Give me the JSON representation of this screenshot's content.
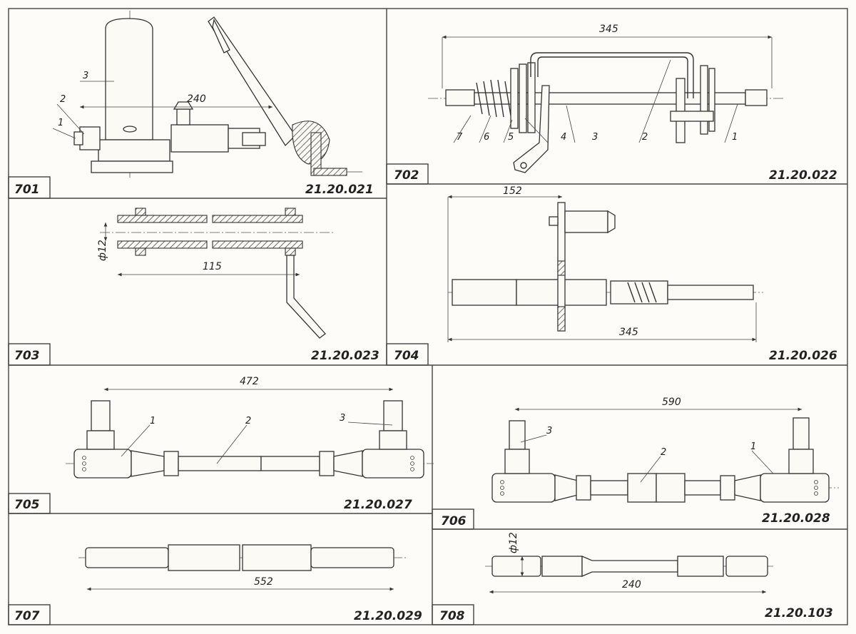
{
  "panels": [
    {
      "number": "701",
      "code": "21.20.021",
      "dimension": "240",
      "positions": [
        "1",
        "2",
        "3"
      ]
    },
    {
      "number": "702",
      "code": "21.20.022",
      "dimension": "345",
      "positions": [
        "7",
        "6",
        "5",
        "4",
        "3",
        "2",
        "1"
      ]
    },
    {
      "number": "703",
      "code": "21.20.023",
      "dimension": "115",
      "diameter": "ф12"
    },
    {
      "number": "704",
      "code": "21.20.026",
      "dimension": "345",
      "dimension2": "152"
    },
    {
      "number": "705",
      "code": "21.20.027",
      "dimension": "472",
      "positions": [
        "1",
        "2",
        "3"
      ]
    },
    {
      "number": "706",
      "code": "21.20.028",
      "dimension": "590",
      "positions": [
        "3",
        "2",
        "1"
      ]
    },
    {
      "number": "707",
      "code": "21.20.029",
      "dimension": "552"
    },
    {
      "number": "708",
      "code": "21.20.103",
      "dimension": "240",
      "diameter": "ф12"
    }
  ]
}
